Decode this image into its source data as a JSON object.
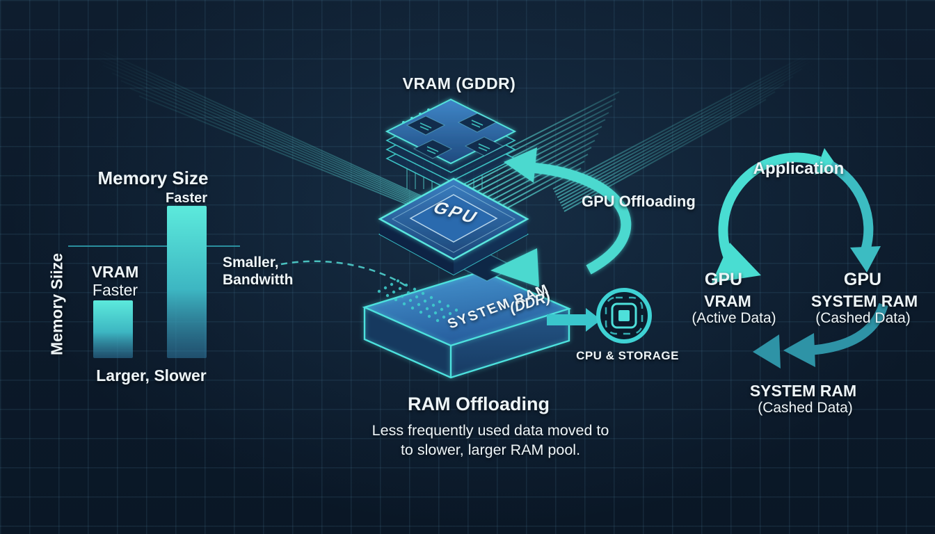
{
  "colors": {
    "background": "#0c1824",
    "accent_bright": "#4fe0d6",
    "accent_mid": "#3cbcc2",
    "accent_dark": "#2e93a6",
    "board_blue": "#3b7fc2",
    "text": "#eef5f8"
  },
  "vram_module": {
    "title": "VRAM (GDDR)"
  },
  "gpu_chip": {
    "label": "GPU"
  },
  "system_ram_module": {
    "label": "SYSTEM RAM",
    "type": "(DDR)"
  },
  "flows": {
    "gpu_offloading": "GPU Offloading"
  },
  "cpu_storage": {
    "label": "CPU & STORAGE"
  },
  "ram_offloading": {
    "title": "RAM Offloading",
    "description_line1": "Less frequently used data moved to",
    "description_line2": "to slower, larger RAM pool."
  },
  "memory_chart": {
    "title": "Memory Size",
    "y_axis_label": "Memory Siize",
    "tall_bar_label": "Faster",
    "small_bar_label_line1": "VRAM",
    "small_bar_label_line2": "Faster",
    "x_axis_label": "Larger, Slower",
    "annotation_line1": "Smaller,",
    "annotation_line2": "Bandwitth"
  },
  "application_cycle": {
    "title": "Application",
    "left_node": {
      "line1": "GPU",
      "line2": "VRAM",
      "line3": "(Active Data)"
    },
    "right_node": {
      "line1": "GPU",
      "line2": "SYSTEM RAM",
      "line3": "(Cashed Data)"
    },
    "bottom_node": {
      "line1": "SYSTEM RAM",
      "line2": "(Cashed Data)"
    }
  },
  "chart_data": {
    "type": "bar",
    "title": "Memory Size",
    "ylabel": "Memory Siize",
    "categories": [
      "VRAM Faster",
      "Faster"
    ],
    "values": [
      38,
      100
    ],
    "ylim": [
      0,
      100
    ],
    "annotations": [
      "Smaller,",
      "Bandwitth",
      "Larger, Slower"
    ],
    "legend_position": "none"
  }
}
